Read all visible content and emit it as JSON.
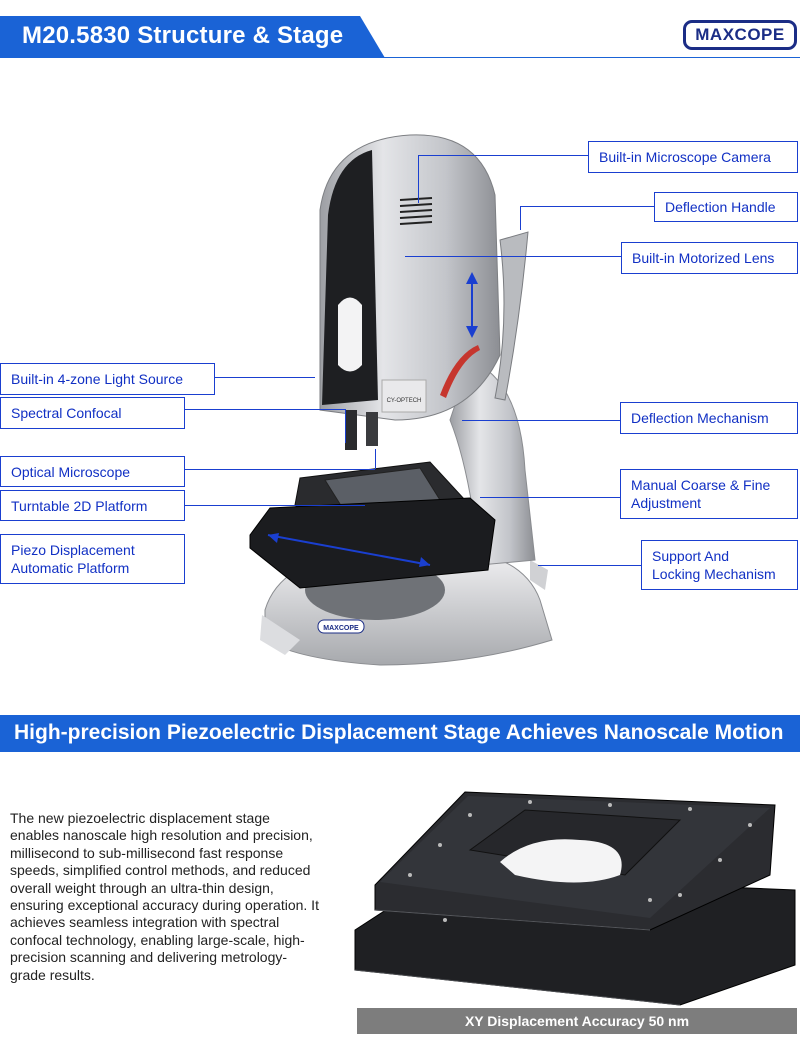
{
  "header": {
    "title": "M20.5830 Structure & Stage",
    "logo_text": "MAXCOPE"
  },
  "callouts": {
    "camera": "Built-in Microscope Camera",
    "handle": "Deflection Handle",
    "lens": "Built-in Motorized Lens",
    "light": "Built-in 4-zone Light Source",
    "confocal": "Spectral Confocal",
    "deflection": "Deflection Mechanism",
    "optical": "Optical Microscope",
    "turntable": "Turntable 2D Platform",
    "adjust_1": "Manual Coarse & Fine",
    "adjust_2": "Adjustment",
    "piezo_1": "Piezo Displacement",
    "piezo_2": "Automatic Platform",
    "support_1": "Support And",
    "support_2": "Locking Mechanism"
  },
  "device_labels": {
    "base_logo": "MAXCOPE",
    "side_brand": "CY-OPTECH"
  },
  "banner": "High-precision Piezoelectric Displacement Stage Achieves Nanoscale Motion",
  "description": "The new piezoelectric displacement stage enables nanoscale high resolution and precision, millisecond to sub-millisecond fast response speeds, simplified control methods, and reduced overall weight through an ultra-thin design, ensuring exceptional accuracy during operation. It achieves seamless integration with spectral confocal technology, enabling large-scale, high-precision scanning and delivering metrology-grade results.",
  "caption": "XY Displacement Accuracy 50 nm",
  "colors": {
    "brand_blue": "#1a63d6",
    "label_blue": "#1130c4",
    "logo_navy": "#1b2d86",
    "caption_gray": "#7d7d7d"
  }
}
